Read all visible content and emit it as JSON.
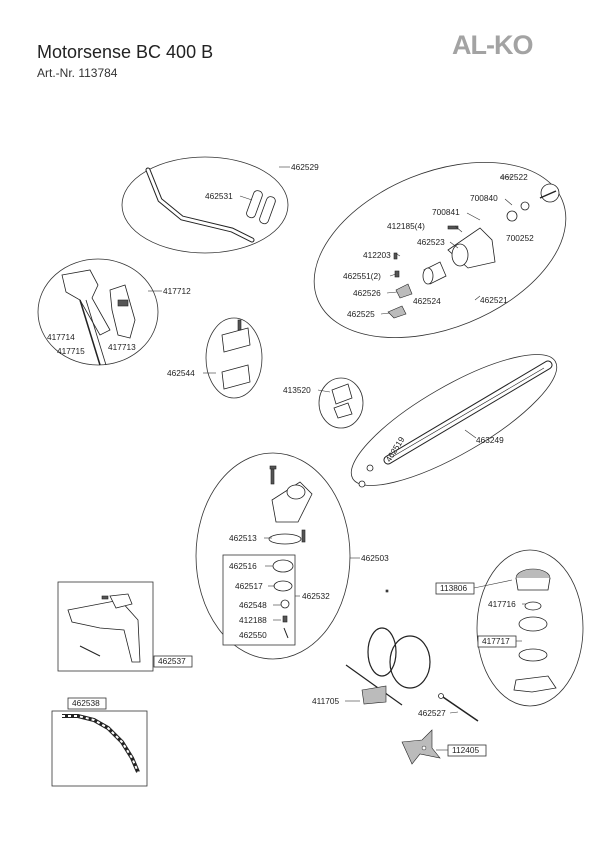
{
  "header": {
    "title": "Motorsense BC 400 B",
    "article_number": "Art.-Nr. 113784",
    "brand": "AL-KO"
  },
  "parts": {
    "p462529": "462529",
    "p462531": "462531",
    "p462522": "462522",
    "p700840": "700840",
    "p700841": "700841",
    "p412185": "412185(4)",
    "p700252": "700252",
    "p462523": "462523",
    "p412203": "412203",
    "p462551": "462551(2)",
    "p462526": "462526",
    "p462524": "462524",
    "p462521": "462521",
    "p462525": "462525",
    "p417712": "417712",
    "p417714": "417714",
    "p417715": "417715",
    "p417713": "417713",
    "p462544": "462544",
    "p413520": "413520",
    "p462519": "462519",
    "p463249": "463249",
    "p462513": "462513",
    "p462503": "462503",
    "p462516": "462516",
    "p462517": "462517",
    "p462532": "462532",
    "p462548": "462548",
    "p412188": "412188",
    "p462550": "462550",
    "p113806": "113806",
    "p417716": "417716",
    "p417717": "417717",
    "p462537": "462537",
    "p462538": "462538",
    "p411705": "411705",
    "p462527": "462527",
    "p112405": "112405"
  }
}
